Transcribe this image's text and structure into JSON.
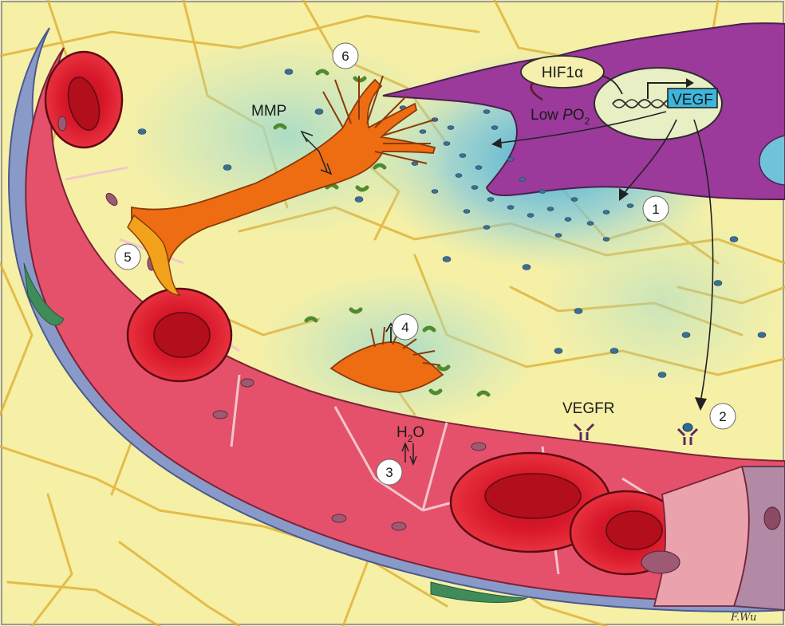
{
  "labels": {
    "hif": "HIF1α",
    "low": "Low",
    "po2_p": "P",
    "po2_o": "O",
    "po2_sub": "2",
    "vegf": "VEGF",
    "mmp": "MMP",
    "vegfr": "VEGFR",
    "h2o_h": "H",
    "h2o_sub": "2",
    "h2o_o": "O"
  },
  "steps": [
    "1",
    "2",
    "3",
    "4",
    "5",
    "6"
  ],
  "signature": "F.Wu",
  "colors": {
    "background": "#f6f0a6",
    "fibers": "#e0b43a",
    "cytoplasm": "#9b3a9a",
    "halo": "#7fc8de",
    "vessel_wall": "#8a9ac8",
    "endothelium": "#e5516b",
    "red_cell": "#d8182a",
    "sprout": "#ee6d12",
    "vegf_box": "#3cb6dd",
    "receptor": "#5c2a5e"
  }
}
